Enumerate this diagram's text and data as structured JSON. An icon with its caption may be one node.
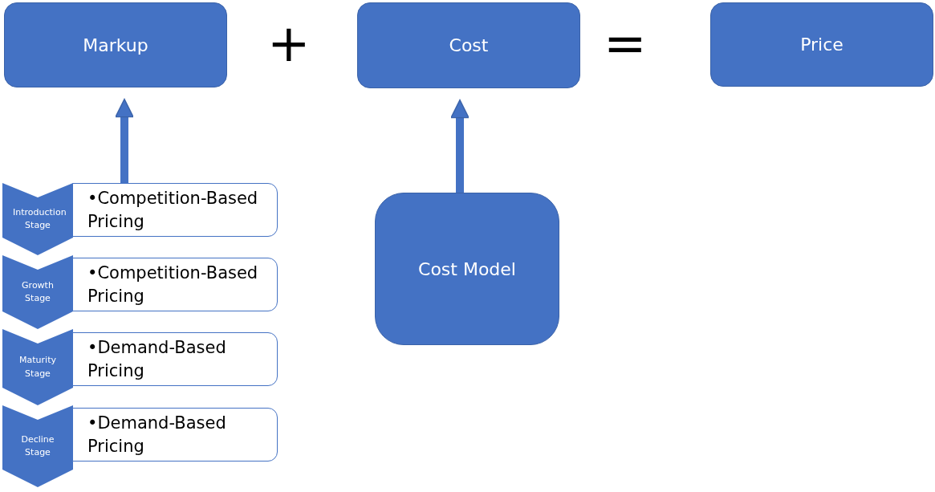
{
  "diagram": {
    "nodes": [
      {
        "text": [
          "Markup"
        ]
      },
      {
        "text": [
          "Cost"
        ]
      },
      {
        "text": [
          "Price"
        ]
      },
      {
        "text": [
          "Cost Model"
        ]
      },
      {
        "text": [
          "Introduction Stage"
        ]
      },
      {
        "text": [
          "•Competition-Based Pricing"
        ]
      },
      {
        "text": [
          "Growth Stage"
        ]
      },
      {
        "text": [
          "•Competition-Based Pricing"
        ]
      },
      {
        "text": [
          "Maturity Stage"
        ]
      },
      {
        "text": [
          "•Demand-Based Pricing"
        ]
      },
      {
        "text": [
          "Decline Stage"
        ]
      },
      {
        "text": [
          "•Demand-Based Pricing"
        ]
      }
    ],
    "edges": [
      {
        "from": 5,
        "to": 0,
        "arrow": "to"
      },
      {
        "from": 3,
        "to": 1,
        "arrow": "to"
      }
    ],
    "labels": [
      "+",
      "="
    ]
  }
}
